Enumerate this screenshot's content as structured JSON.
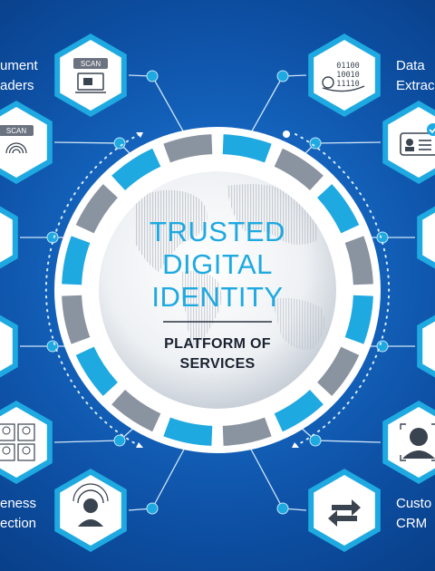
{
  "center": {
    "line1": "TRUSTED",
    "line2": "DIGITAL",
    "line3": "IDENTITY",
    "sub1": "PLATFORM OF",
    "sub2": "SERVICES"
  },
  "nodes": [
    {
      "id": "document-readers",
      "label1": "ument",
      "label2": "aders",
      "icon": "scanner-icon",
      "badge": "SCAN"
    },
    {
      "id": "fingerprint",
      "label1": "",
      "label2": "",
      "icon": "fingerprint-scan-icon",
      "badge": "SCAN"
    },
    {
      "id": "left-mid-1",
      "label1": "",
      "label2": "",
      "icon": "partial-icon"
    },
    {
      "id": "left-mid-2",
      "label1": "",
      "label2": "",
      "icon": "partial-icon"
    },
    {
      "id": "face-grid",
      "label1": "",
      "label2": "",
      "icon": "face-grid-icon"
    },
    {
      "id": "liveness-detection",
      "label1": "eness",
      "label2": "ection",
      "icon": "person-headset-icon"
    },
    {
      "id": "data-extraction",
      "label1": "Data",
      "label2": "Extrac",
      "icon": "binary-data-icon",
      "binary": "01100\n10010\n11110"
    },
    {
      "id": "id-card",
      "label1": "",
      "label2": "",
      "icon": "id-card-check-icon"
    },
    {
      "id": "right-mid-1",
      "label1": "",
      "label2": "",
      "icon": "partial-icon"
    },
    {
      "id": "right-mid-2",
      "label1": "",
      "label2": "",
      "icon": "partial-icon"
    },
    {
      "id": "face-scan",
      "label1": "",
      "label2": "",
      "icon": "face-scan-icon"
    },
    {
      "id": "customer-crm",
      "label1": "Custo",
      "label2": "CRM",
      "icon": "exchange-arrows-icon"
    }
  ],
  "colors": {
    "accent": "#1ea9e1",
    "ring_gray": "#8a93a0",
    "hex_border": "#1ea9e1",
    "hex_fill": "#ffffff",
    "connector": "#cfe6f8"
  }
}
